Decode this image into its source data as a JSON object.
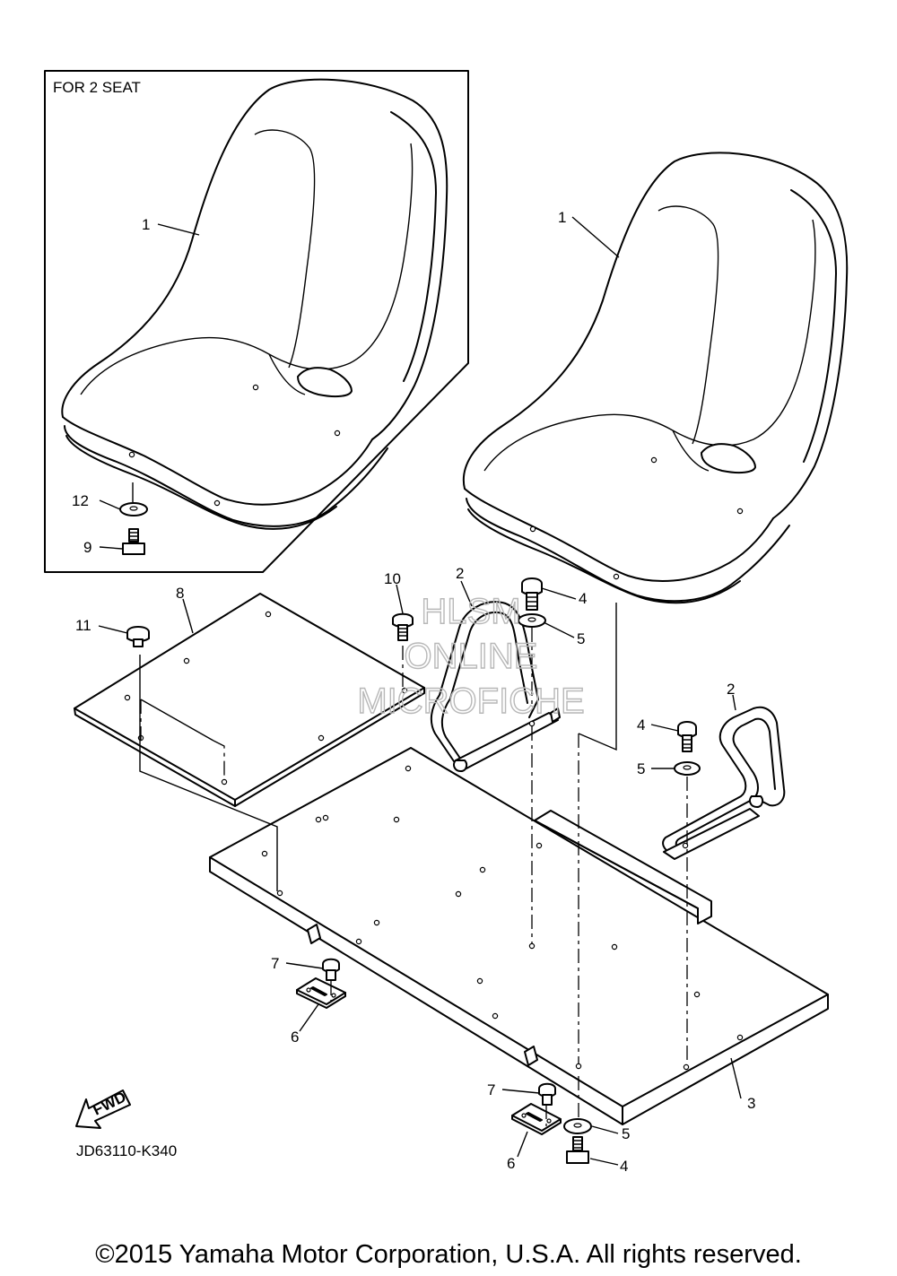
{
  "inset": {
    "title": "FOR 2 SEAT"
  },
  "callouts": {
    "seat_inset": "1",
    "seat_main": "1",
    "guard_left": "2",
    "guard_right": "2",
    "base_panel": "3",
    "bolt_top": "4",
    "bolt_right": "4",
    "bolt_bottom": "4",
    "washer_top": "5",
    "washer_right": "5",
    "washer_bottom": "5",
    "hinge_left": "6",
    "hinge_bottom": "6",
    "screw_left": "7",
    "screw_bottom": "7",
    "cover_plate": "8",
    "inset_bolt": "9",
    "plug_10": "10",
    "plug_11": "11",
    "inset_washer": "12"
  },
  "watermark": {
    "line1": "HLSM",
    "line2": "ONLINE",
    "line3": "MICROFICHE"
  },
  "fwd_label": "FWD",
  "diagram_code": "JD63110-K340",
  "copyright": "©2015 Yamaha Motor Corporation, U.S.A. All rights reserved."
}
